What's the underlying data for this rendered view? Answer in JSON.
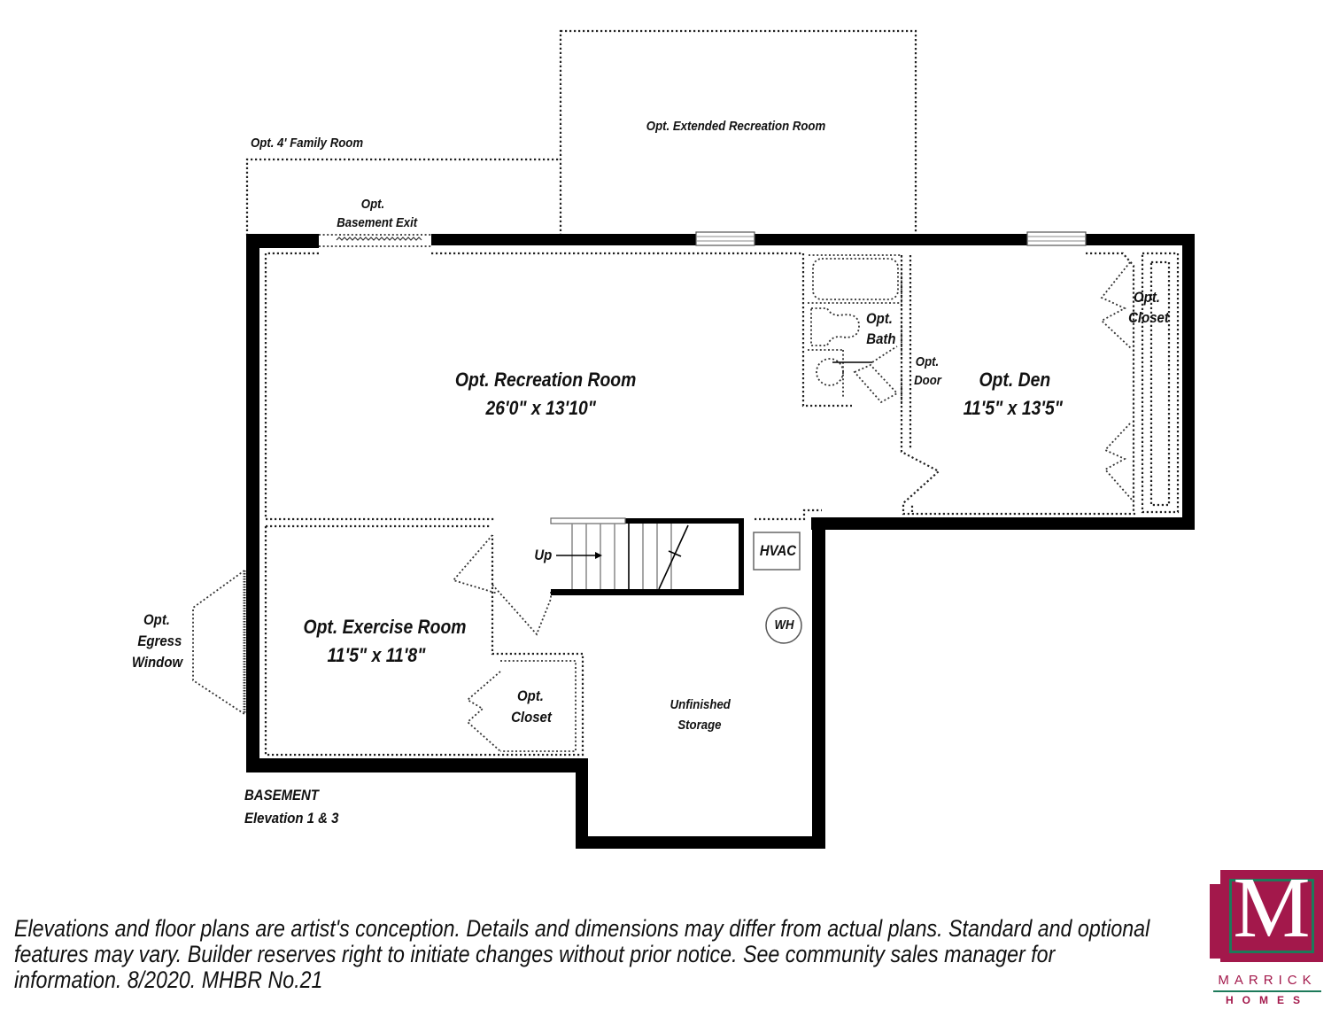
{
  "plan": {
    "title": "BASEMENT",
    "subtitle": "Elevation 1 & 3",
    "rooms": {
      "extended_recreation": "Opt. Extended Recreation Room",
      "family_room_4ft": "Opt. 4' Family Room",
      "basement_exit_line1": "Opt.",
      "basement_exit_line2": "Basement Exit",
      "recreation_name": "Opt. Recreation Room",
      "recreation_dims": "26'0\" x 13'10\"",
      "bath_line1": "Opt.",
      "bath_line2": "Bath",
      "door_line1": "Opt.",
      "door_line2": "Door",
      "den_name": "Opt. Den",
      "den_dims": "11'5\" x 13'5\"",
      "den_closet_line1": "Opt.",
      "den_closet_line2": "Closet",
      "stairs_label": "Up",
      "hvac": "HVAC",
      "water_heater": "WH",
      "egress_line1": "Opt.",
      "egress_line2": "Egress",
      "egress_line3": "Window",
      "exercise_name": "Opt. Exercise Room",
      "exercise_dims": "11'5\" x 11'8\"",
      "exercise_closet_line1": "Opt.",
      "exercise_closet_line2": "Closet",
      "storage_line1": "Unfinished",
      "storage_line2": "Storage"
    }
  },
  "disclaimer": {
    "line1": "Elevations and floor plans are artist's conception. Details and dimensions may differ from actual plans. Standard and optional",
    "line2": "features may vary. Builder reserves right to initiate changes without prior notice. See community sales manager for",
    "line3": "information. 8/2020. MHBR No.21"
  },
  "logo": {
    "letter": "M",
    "word1": "MARRICK",
    "word2": "HOMES",
    "colors": {
      "primary": "#a3184b",
      "accent": "#1d7a5a"
    }
  }
}
